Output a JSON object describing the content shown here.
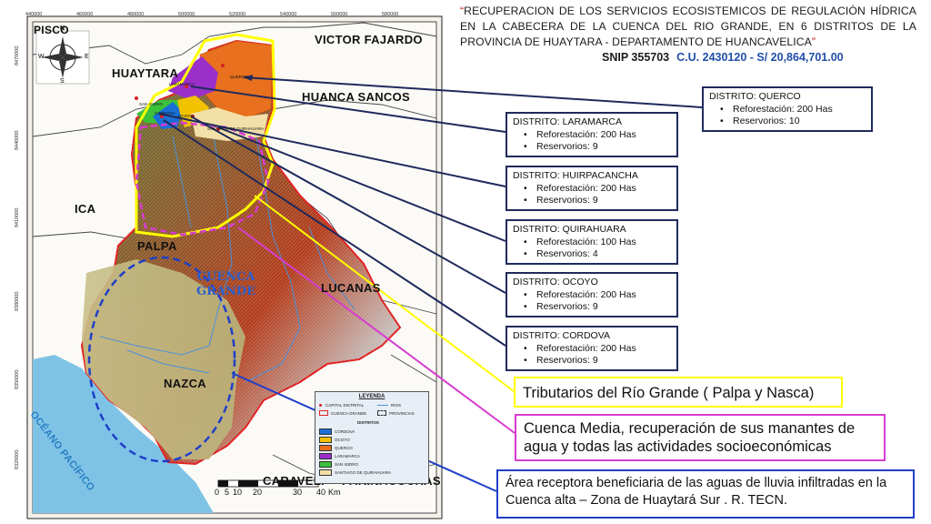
{
  "title": {
    "open_quote": "“",
    "text": "RECUPERACION DE LOS SERVICIOS ECOSISTEMICOS DE REGULACIÓN HÍDRICA EN LA CABECERA DE LA CUENCA DEL RIO GRANDE, EN 6 DISTRITOS DE LA PROVINCIA DE HUAYTARA - DEPARTAMENTO DE HUANCAVELICA",
    "close_quote": "”"
  },
  "snip": "SNIP 355703",
  "cost": "C.U. 2430120  - S/ 20,864,701.00",
  "districts": [
    {
      "name": "DISTRITO: QUERCO",
      "reforest": "Reforestación: 200 Has",
      "reservoirs": "Reservorios: 10"
    },
    {
      "name": "DISTRITO: LARAMARCA",
      "reforest": "Reforestación: 200 Has",
      "reservoirs": "Reservorios: 9"
    },
    {
      "name": "DISTRITO: HUIRPACANCHA",
      "reforest": "Reforestación: 200 Has",
      "reservoirs": "Reservorios: 9"
    },
    {
      "name": "DISTRITO: QUIRAHUARA",
      "reforest": "Reforestación: 100 Has",
      "reservoirs": "Reservorios: 4"
    },
    {
      "name": "DISTRITO: OCOYO",
      "reforest": "Reforestación: 200 Has",
      "reservoirs": "Reservorios: 9"
    },
    {
      "name": "DISTRITO: CORDOVA",
      "reforest": "Reforestación: 200 Has",
      "reservoirs": "Reservorios: 9"
    }
  ],
  "callouts": {
    "tributarios": "Tributarios del Río Grande ( Palpa y Nasca)",
    "cuenca_media": "Cuenca Media, recuperación de sus manantes de agua y todas las actividades socioeconómicas",
    "area_receptora": "Área receptora beneficiaria de las aguas de lluvia infiltradas en la Cuenca alta – Zona de Huaytará Sur . R. TECN."
  },
  "map": {
    "regions": {
      "pisco": "PISCO",
      "victor_fajardo": "VICTOR FAJARDO",
      "huaytara": "HUAYTARA",
      "huanca_sancos": "HUANCA SANCOS",
      "ica": "ICA",
      "palpa": "PALPA",
      "lucanas": "LUCANAS",
      "nazca": "NAZCA",
      "caraveli": "CARAVELI",
      "parinacochas": "PARINACOCHAS",
      "ocean": "OCÉANO PACÍFICO"
    },
    "cuenca_label": [
      "CUENCA",
      "GRANDE"
    ],
    "district_labels": {
      "querco": "QUERCO",
      "laramarca": "LARAMARCA",
      "san_isidro": "SAN ISIDRO",
      "cordova": "CORDOVA",
      "ocoyo": "OCOYO",
      "santiago": "SANTIAGO DE QUIRAHUARA"
    },
    "compass": {
      "n": "N",
      "s": "S",
      "e": "E",
      "w": "W"
    },
    "grid_top": [
      "440000",
      "460000",
      "480000",
      "500000",
      "520000",
      "540000",
      "560000",
      "580000"
    ],
    "grid_left": [
      "8470000",
      "8440000",
      "8410000",
      "8380000",
      "8350000",
      "8320000"
    ],
    "scale": {
      "ticks": [
        "0",
        "5",
        "10",
        "20",
        "30",
        "40"
      ],
      "unit": "Km"
    }
  },
  "legend": {
    "title": "LEYENDA",
    "items": [
      {
        "label": "CAPITAL DISTRITAL",
        "color": "#d62020"
      },
      {
        "label": "RIOS",
        "color": "#4a90d9"
      },
      {
        "label": "CUENCA GRANDE",
        "color": "#e02020"
      },
      {
        "label": "PROVINCIAS",
        "color": "#333333"
      }
    ],
    "districts_title": "DISTRITOS",
    "district_items": [
      {
        "label": "CORDOVA",
        "color": "#1a6fd6"
      },
      {
        "label": "OCOYO",
        "color": "#f2c200"
      },
      {
        "label": "QUERCO",
        "color": "#e8701e"
      },
      {
        "label": "LARAMARCA",
        "color": "#9b2fc9"
      },
      {
        "label": "SAN ISIDRO",
        "color": "#3cc13c"
      },
      {
        "label": "SANTIAGO DE QUIRAHUARA",
        "color": "#f2e0a8"
      }
    ]
  }
}
